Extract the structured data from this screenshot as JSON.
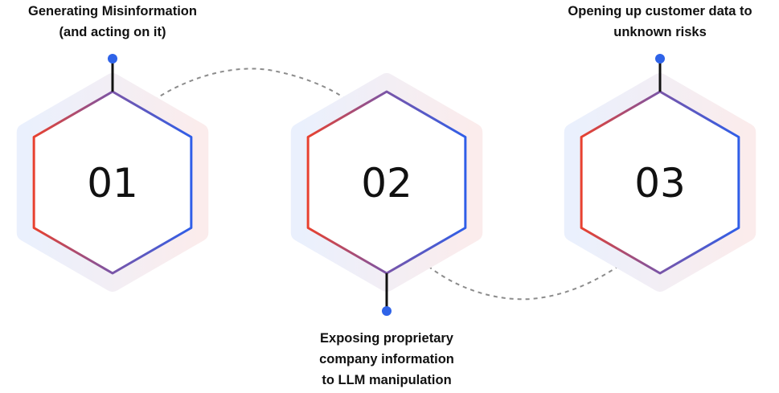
{
  "steps": [
    {
      "number": "01",
      "label_lines": [
        "Generating  Misinformation",
        "(and acting on it)"
      ],
      "label_position": "top"
    },
    {
      "number": "02",
      "label_lines": [
        "Exposing proprietary",
        "company information",
        "to LLM manipulation"
      ],
      "label_position": "bottom"
    },
    {
      "number": "03",
      "label_lines": [
        "Opening up customer data to",
        "unknown risks"
      ],
      "label_position": "top"
    }
  ],
  "colors": {
    "red": "#e8412f",
    "blue": "#2f5ee8",
    "purple": "#7a55a8",
    "dot": "#2f63e8",
    "connector": "#8c8c8c"
  }
}
